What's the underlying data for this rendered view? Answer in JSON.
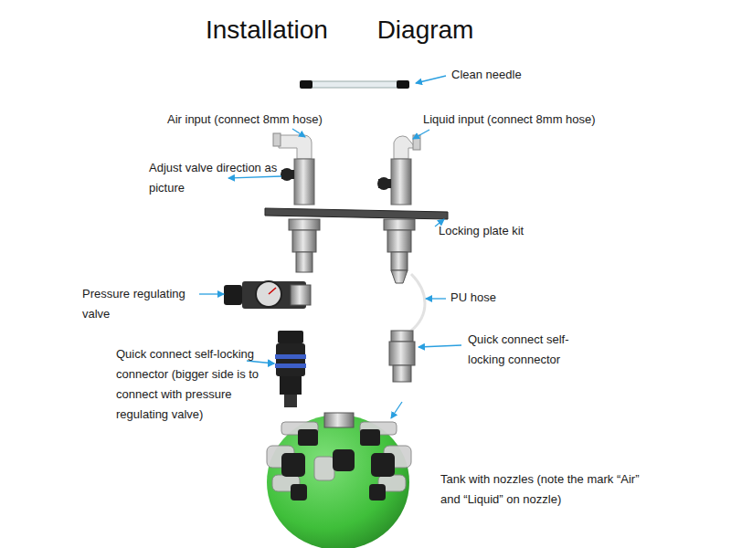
{
  "diagram": {
    "title": "Installation Diagram",
    "labels": [
      "Clean needle",
      "Air input (connect 8mm hose)",
      "Liquid input (connect 8mm hose)",
      "Adjust valve direction as picture",
      "Locking plate kit",
      "Pressure regulating valve",
      "PU hose",
      "Quick connect self-locking connector (bigger side is to connect with pressure regulating valve)",
      "Quick connect self-locking connector",
      "Tank with nozzles (note the mark “Air” and “Liquid” on nozzle)"
    ]
  }
}
